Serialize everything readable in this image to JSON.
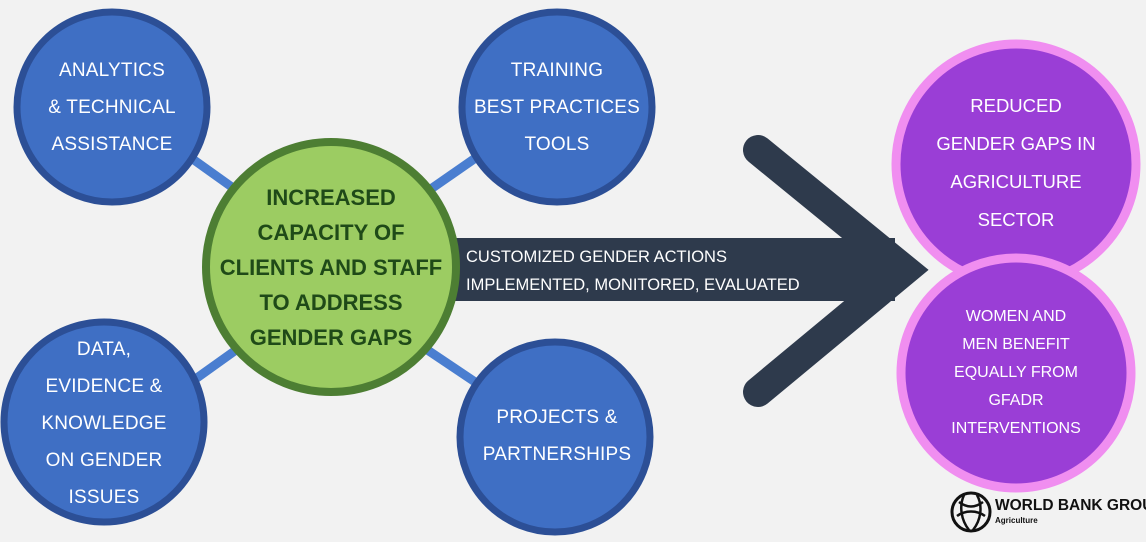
{
  "nodes": {
    "analytics": {
      "lines": [
        "ANALYTICS",
        "& TECHNICAL",
        "ASSISTANCE"
      ]
    },
    "training": {
      "lines": [
        "TRAINING",
        "BEST PRACTICES",
        "TOOLS"
      ]
    },
    "data": {
      "lines": [
        "DATA,",
        "EVIDENCE &",
        "KNOWLEDGE",
        "ON GENDER",
        "ISSUES"
      ]
    },
    "projects": {
      "lines": [
        "PROJECTS &",
        "PARTNERSHIPS"
      ]
    },
    "center": {
      "lines": [
        "INCREASED",
        "CAPACITY OF",
        "CLIENTS AND STAFF",
        "TO ADDRESS",
        "GENDER GAPS"
      ]
    }
  },
  "arrow": {
    "lines": [
      "CUSTOMIZED GENDER ACTIONS",
      "IMPLEMENTED, MONITORED, EVALUATED"
    ]
  },
  "outcomes": {
    "top": {
      "lines": [
        "REDUCED",
        "GENDER GAPS IN",
        "AGRICULTURE",
        "SECTOR"
      ]
    },
    "bottom": {
      "lines": [
        "WOMEN AND",
        "MEN BENEFIT",
        "EQUALLY FROM",
        "GFADR",
        "INTERVENTIONS"
      ]
    }
  },
  "logo": {
    "title": "WORLD BANK GROUP",
    "subtitle": "Agriculture",
    "icon": "globe-icon"
  },
  "colors": {
    "blue_fill": "#3f6fc4",
    "blue_border": "#2c4f96",
    "connector": "#4a7ed0",
    "center_fill": "#9ccc62",
    "center_border": "#4d7e33",
    "center_text": "#1f4a18",
    "arrow": "#2e3a4c",
    "purple_fill": "#9a3ed6",
    "purple_border": "#f08ef0",
    "background": "#f2f2f2"
  }
}
